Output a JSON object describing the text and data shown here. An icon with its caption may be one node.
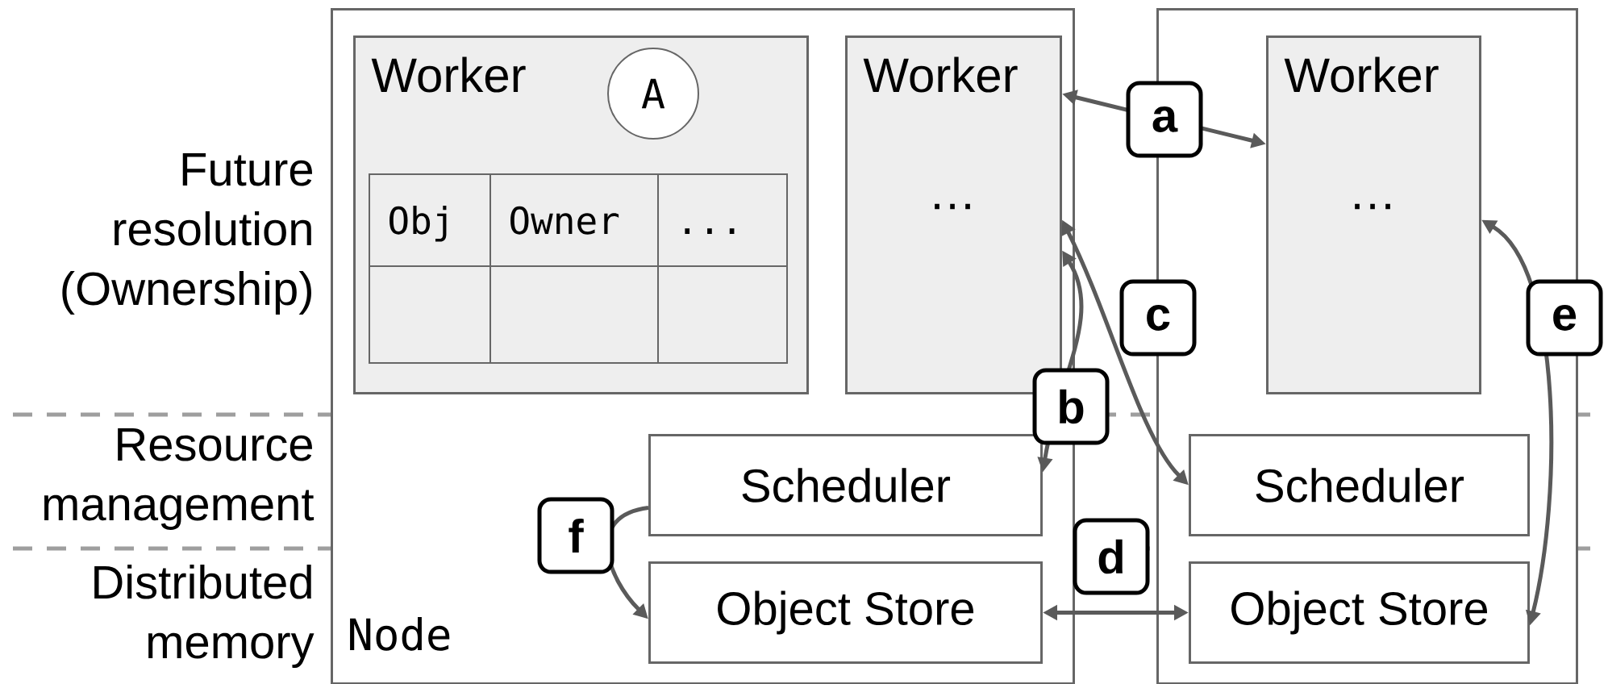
{
  "diagram": {
    "nodes": [
      {
        "text": [
          "Node"
        ]
      },
      {
        "text": [
          "Worker"
        ],
        "in": 0
      },
      {
        "text": [
          "A"
        ],
        "in": 1
      },
      {
        "text": [
          "Worker",
          "…"
        ],
        "in": 0
      },
      {
        "text": [
          "Scheduler"
        ],
        "in": 0
      },
      {
        "text": [
          "Object Store"
        ],
        "in": 0
      },
      {
        "text": [],
        "shape": "box"
      },
      {
        "text": [
          "Worker",
          "…"
        ],
        "in": 6
      },
      {
        "text": [
          "Scheduler"
        ],
        "in": 6
      },
      {
        "text": [
          "Object Store"
        ],
        "in": 6
      }
    ],
    "edges": [
      {
        "from": 3,
        "to": 7,
        "arrow": "both",
        "label": "a"
      },
      {
        "from": 3,
        "to": 4,
        "arrow": "both",
        "label": "b"
      },
      {
        "from": 3,
        "to": 8,
        "arrow": "both",
        "label": "c"
      },
      {
        "from": 5,
        "to": 9,
        "arrow": "both",
        "label": "d"
      },
      {
        "from": 7,
        "to": 9,
        "arrow": "both",
        "label": "e"
      },
      {
        "from": 4,
        "to": 5,
        "arrow": "to",
        "label": "f"
      }
    ],
    "labels": [
      "Future resolution (Ownership)",
      "Resource management",
      "Distributed memory",
      "Obj",
      "Owner",
      "..."
    ]
  }
}
